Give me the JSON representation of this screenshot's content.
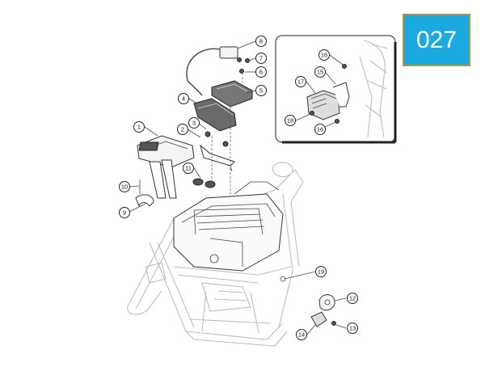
{
  "badge": {
    "text": "027",
    "bg": "#1aa9e1",
    "border": "#b9923a"
  },
  "callouts": {
    "c1": "1",
    "c2": "2",
    "c3": "3",
    "c4": "4",
    "c5": "5",
    "c6": "6",
    "c7": "7",
    "c8": "8",
    "c9": "9",
    "c10": "10",
    "c11": "11",
    "c12": "12",
    "c13": "13",
    "c14": "14",
    "c15": "15",
    "c16a": "16",
    "c16b": "16",
    "c17": "17",
    "c18": "18",
    "c19": "19"
  }
}
